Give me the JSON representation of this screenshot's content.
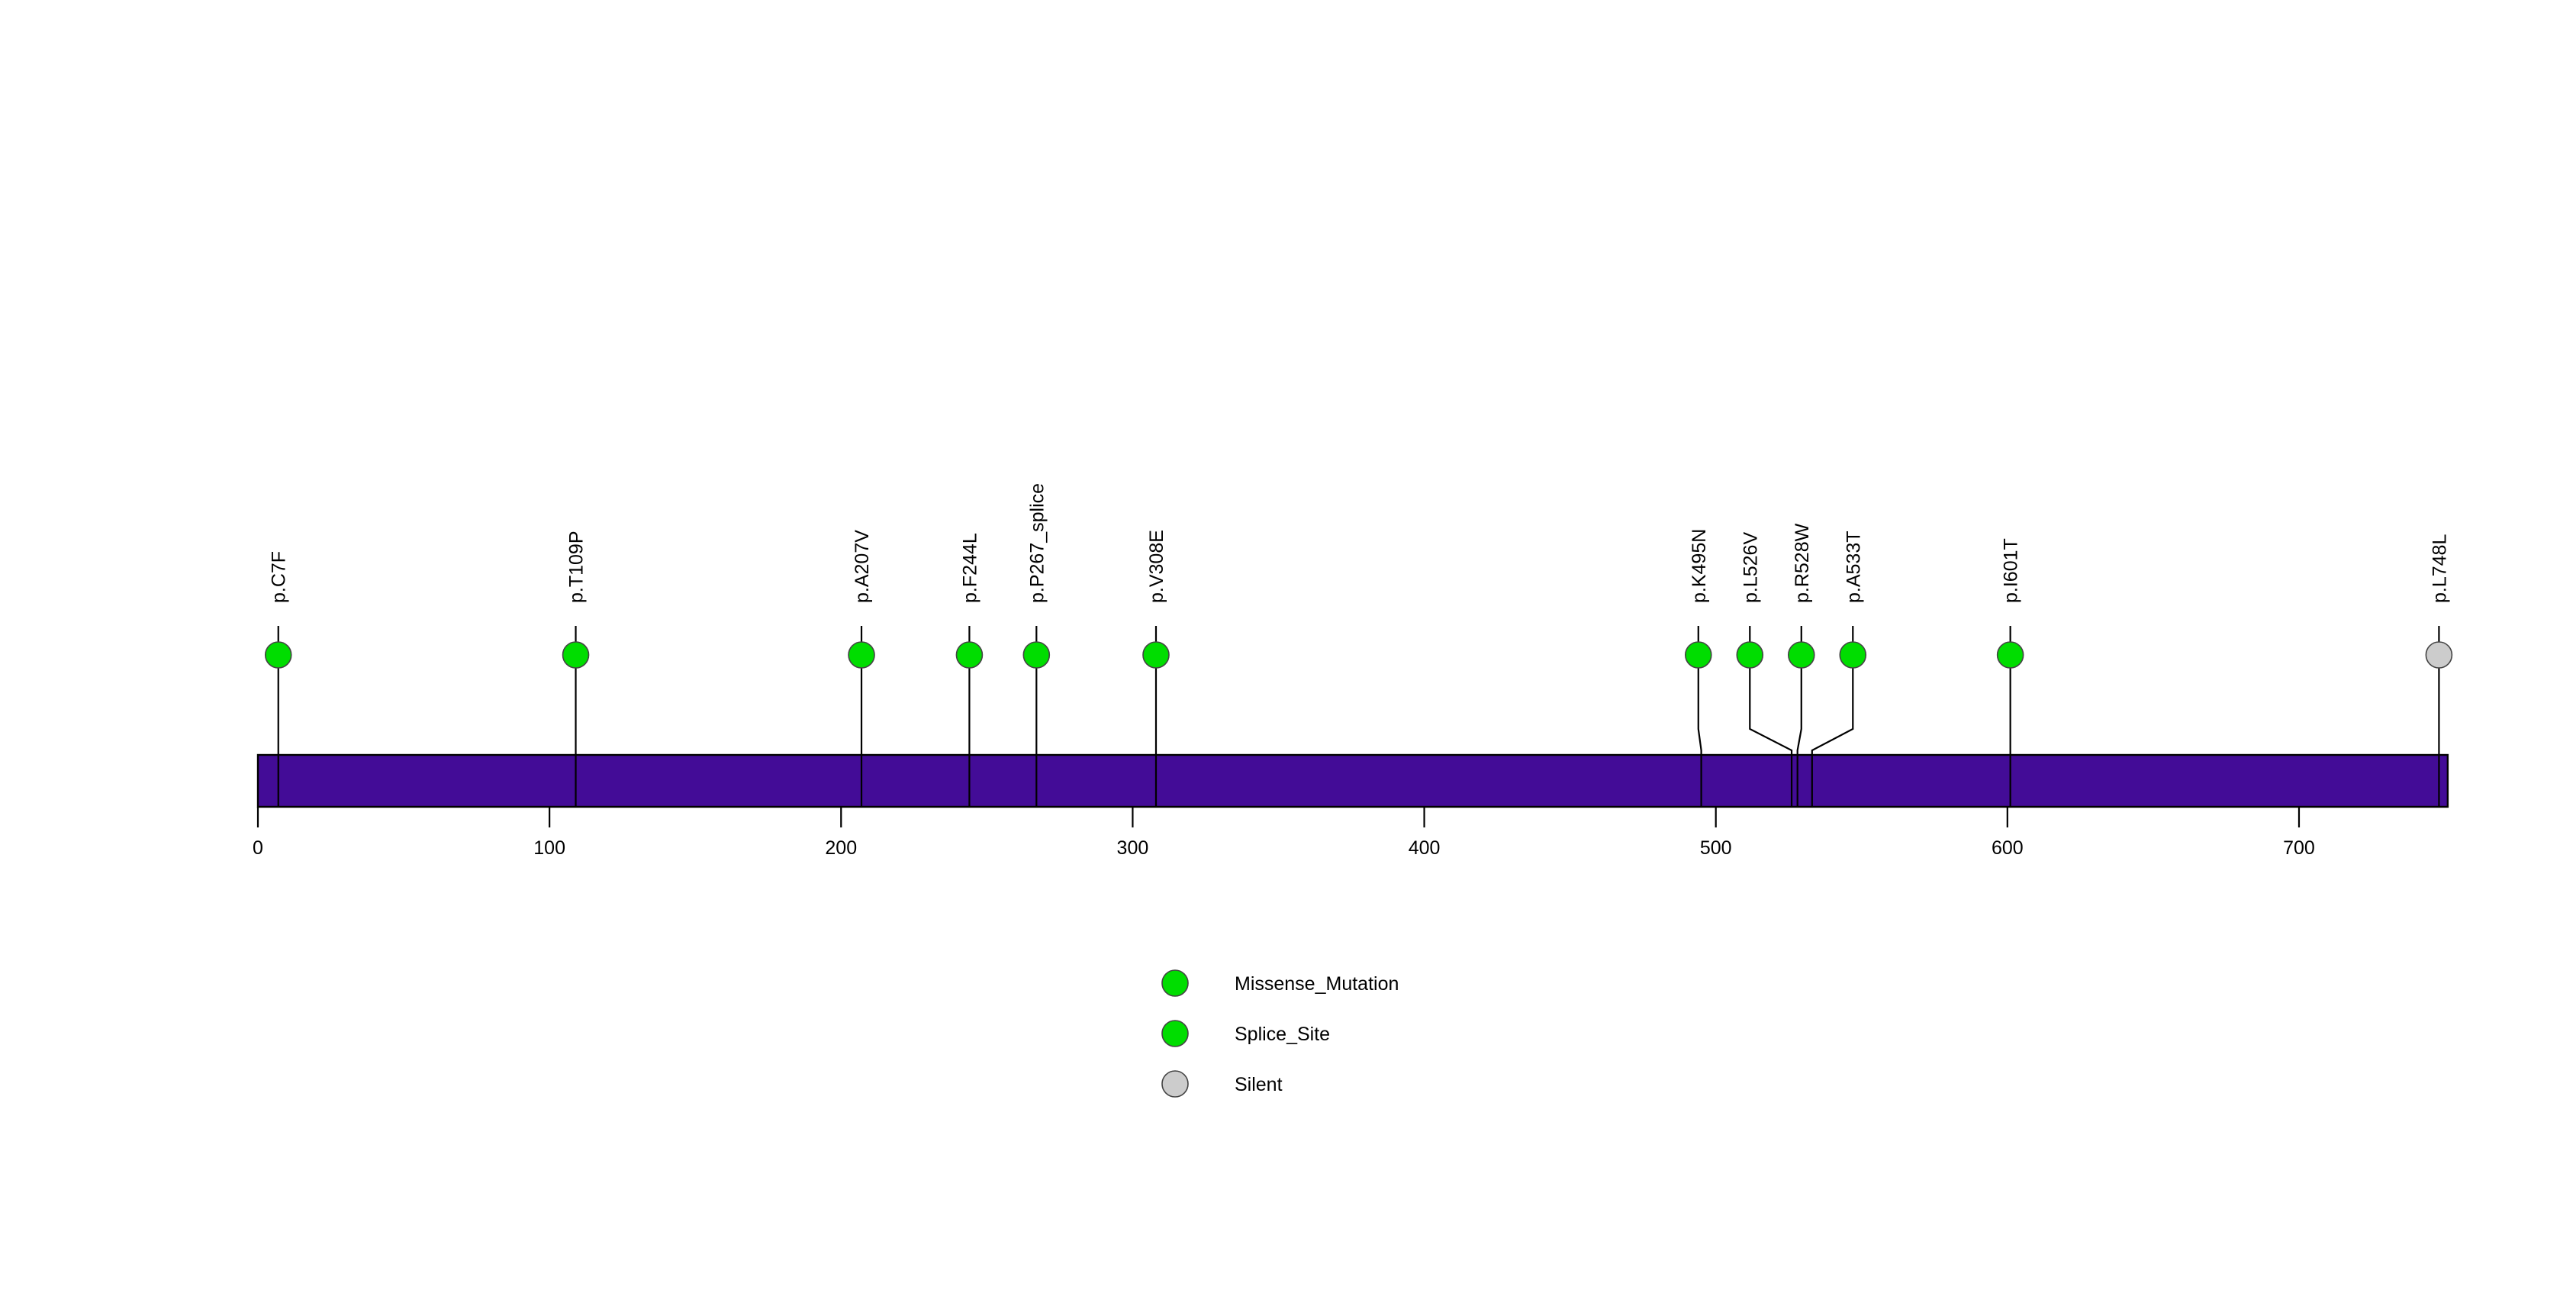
{
  "chart_data": {
    "type": "lollipop",
    "title": "",
    "xlabel": "",
    "ylabel": "",
    "xlim": [
      0,
      751
    ],
    "protein_length": 751,
    "backbone": {
      "name": "protein-backbone",
      "color": "#430C97",
      "start": 0,
      "end": 751
    },
    "axis": {
      "ticks": [
        0,
        100,
        200,
        300,
        400,
        500,
        600,
        700
      ],
      "tick_labels": [
        "0",
        "100",
        "200",
        "300",
        "400",
        "500",
        "600",
        "700"
      ]
    },
    "mutations": [
      {
        "label": "p.C7F",
        "position": 7,
        "type": "Missense_Mutation",
        "color": "#00DD00",
        "bend": false,
        "label_offset": 0
      },
      {
        "label": "p.T109P",
        "position": 109,
        "type": "Missense_Mutation",
        "color": "#00DD00",
        "bend": false,
        "label_offset": 0
      },
      {
        "label": "p.A207V",
        "position": 207,
        "type": "Missense_Mutation",
        "color": "#00DD00",
        "bend": false,
        "label_offset": 0
      },
      {
        "label": "p.F244L",
        "position": 244,
        "type": "Missense_Mutation",
        "color": "#00DD00",
        "bend": false,
        "label_offset": 0
      },
      {
        "label": "p.P267_splice",
        "position": 267,
        "type": "Splice_Site",
        "color": "#00DD00",
        "bend": false,
        "label_offset": 0
      },
      {
        "label": "p.V308E",
        "position": 308,
        "type": "Missense_Mutation",
        "color": "#00DD00",
        "bend": false,
        "label_offset": 0
      },
      {
        "label": "p.K495N",
        "position": 495,
        "type": "Missense_Mutation",
        "color": "#00DD00",
        "bend": true,
        "label_offset": 0
      },
      {
        "label": "p.L526V",
        "position": 526,
        "type": "Missense_Mutation",
        "color": "#00DD00",
        "bend": true,
        "label_offset": 0
      },
      {
        "label": "p.R528W",
        "position": 528,
        "type": "Missense_Mutation",
        "color": "#00DD00",
        "bend": true,
        "label_offset": 0
      },
      {
        "label": "p.A533T",
        "position": 533,
        "type": "Missense_Mutation",
        "color": "#00DD00",
        "bend": true,
        "label_offset": 0
      },
      {
        "label": "p.I601T",
        "position": 601,
        "type": "Missense_Mutation",
        "color": "#00DD00",
        "bend": false,
        "label_offset": 0
      },
      {
        "label": "p.L748L",
        "position": 748,
        "type": "Silent",
        "color": "#CCCCCC",
        "bend": false,
        "label_offset": 0
      }
    ],
    "legend": {
      "position": "bottom-center",
      "entries": [
        {
          "label": "Missense_Mutation",
          "color": "#00DD00"
        },
        {
          "label": "Splice_Site",
          "color": "#00DD00"
        },
        {
          "label": "Silent",
          "color": "#CCCCCC"
        }
      ]
    }
  }
}
